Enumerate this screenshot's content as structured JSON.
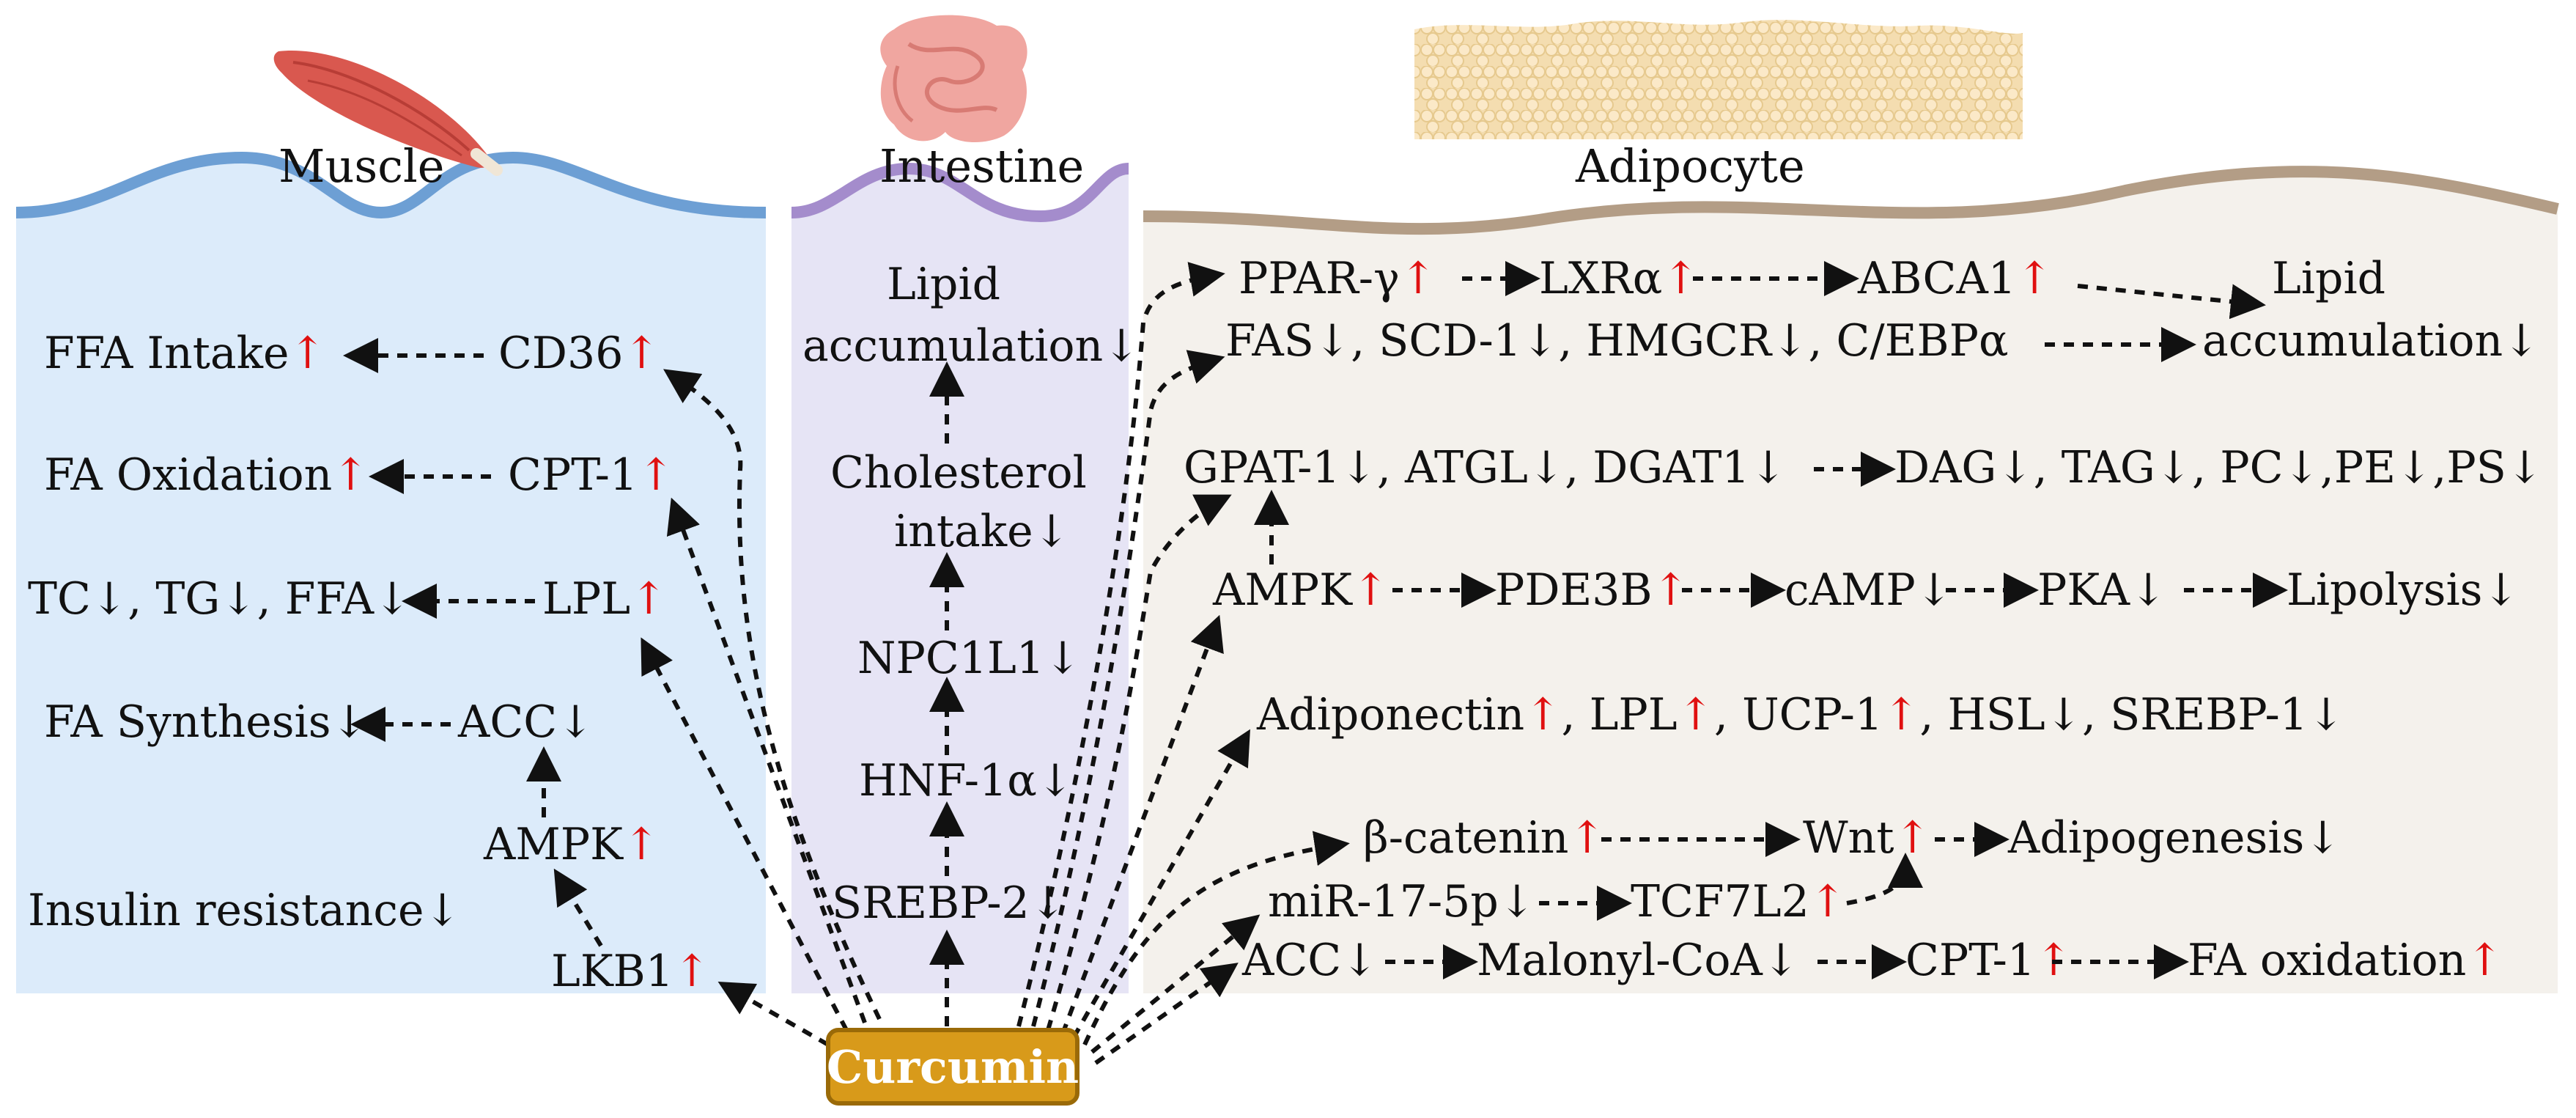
{
  "panels": {
    "muscle": {
      "title": "Muscle",
      "labels": {
        "ffa_intake": "FFA Intake",
        "cd36": "CD36",
        "fa_oxidation": "FA Oxidation",
        "cpt1": "CPT-1",
        "tc_tg_ffa": "TC↓, TG↓, FFA↓",
        "lpl": "LPL",
        "fa_synthesis": "FA Synthesis↓",
        "acc": "ACC↓",
        "ampk": "AMPK",
        "insulin": "Insulin resistance↓",
        "lkb1": "LKB1"
      }
    },
    "intestine": {
      "title": "Intestine",
      "labels": {
        "lipid_acc": "Lipid",
        "lipid_acc2": "accumulation↓",
        "chol": "Cholesterol",
        "chol2": "intake↓",
        "npc1l1": "NPC1L1↓",
        "hnf": "HNF-1α↓",
        "srebp2": "SREBP-2↓"
      }
    },
    "adipocyte": {
      "title": "Adipocyte",
      "labels": {
        "ppar": "PPAR-γ",
        "lxr": "LXRα",
        "abca1": "ABCA1",
        "lipid": "Lipid",
        "accum": "accumulation↓",
        "fas_line": "FAS↓, SCD-1↓, HMGCR↓, C/EBPα",
        "gpat_line": "GPAT-1↓, ATGL↓, DGAT1↓",
        "dag_line": "DAG↓, TAG↓, PC↓,PE↓,PS↓",
        "ampk": "AMPK",
        "pde3b": "PDE3B",
        "camp": "cAMP↓",
        "pka": "PKA↓",
        "lipolysis": "Lipolysis↓",
        "adiponectin": "Adiponectin",
        "lpl": ", LPL",
        "ucp1": ", UCP-1",
        "hsl_srebp": ", HSL↓, SREBP-1↓",
        "bcatenin": "β-catenin",
        "wnt": "Wnt",
        "adipogenesis": "Adipogenesis↓",
        "mir": "miR-17-5p↓",
        "tcf": "TCF7L2",
        "acc": "ACC↓",
        "malonyl": "Malonyl-CoA↓",
        "cpt1": "CPT-1",
        "faox": "FA oxidation"
      }
    }
  },
  "curcumin": "Curcumin",
  "up_arrow": "↑",
  "colors": {
    "muscle_bg": "#dcebfa",
    "muscle_membrane": "#6d9fd4",
    "intestine_bg": "#e6e4f5",
    "intestine_membrane": "#a48ccc",
    "adipocyte_bg": "#f4f1ec",
    "adipocyte_membrane": "#b39d86",
    "up": "#e01010",
    "curcumin_fill": "#d89a1a",
    "curcumin_stroke": "#9a6a08"
  }
}
